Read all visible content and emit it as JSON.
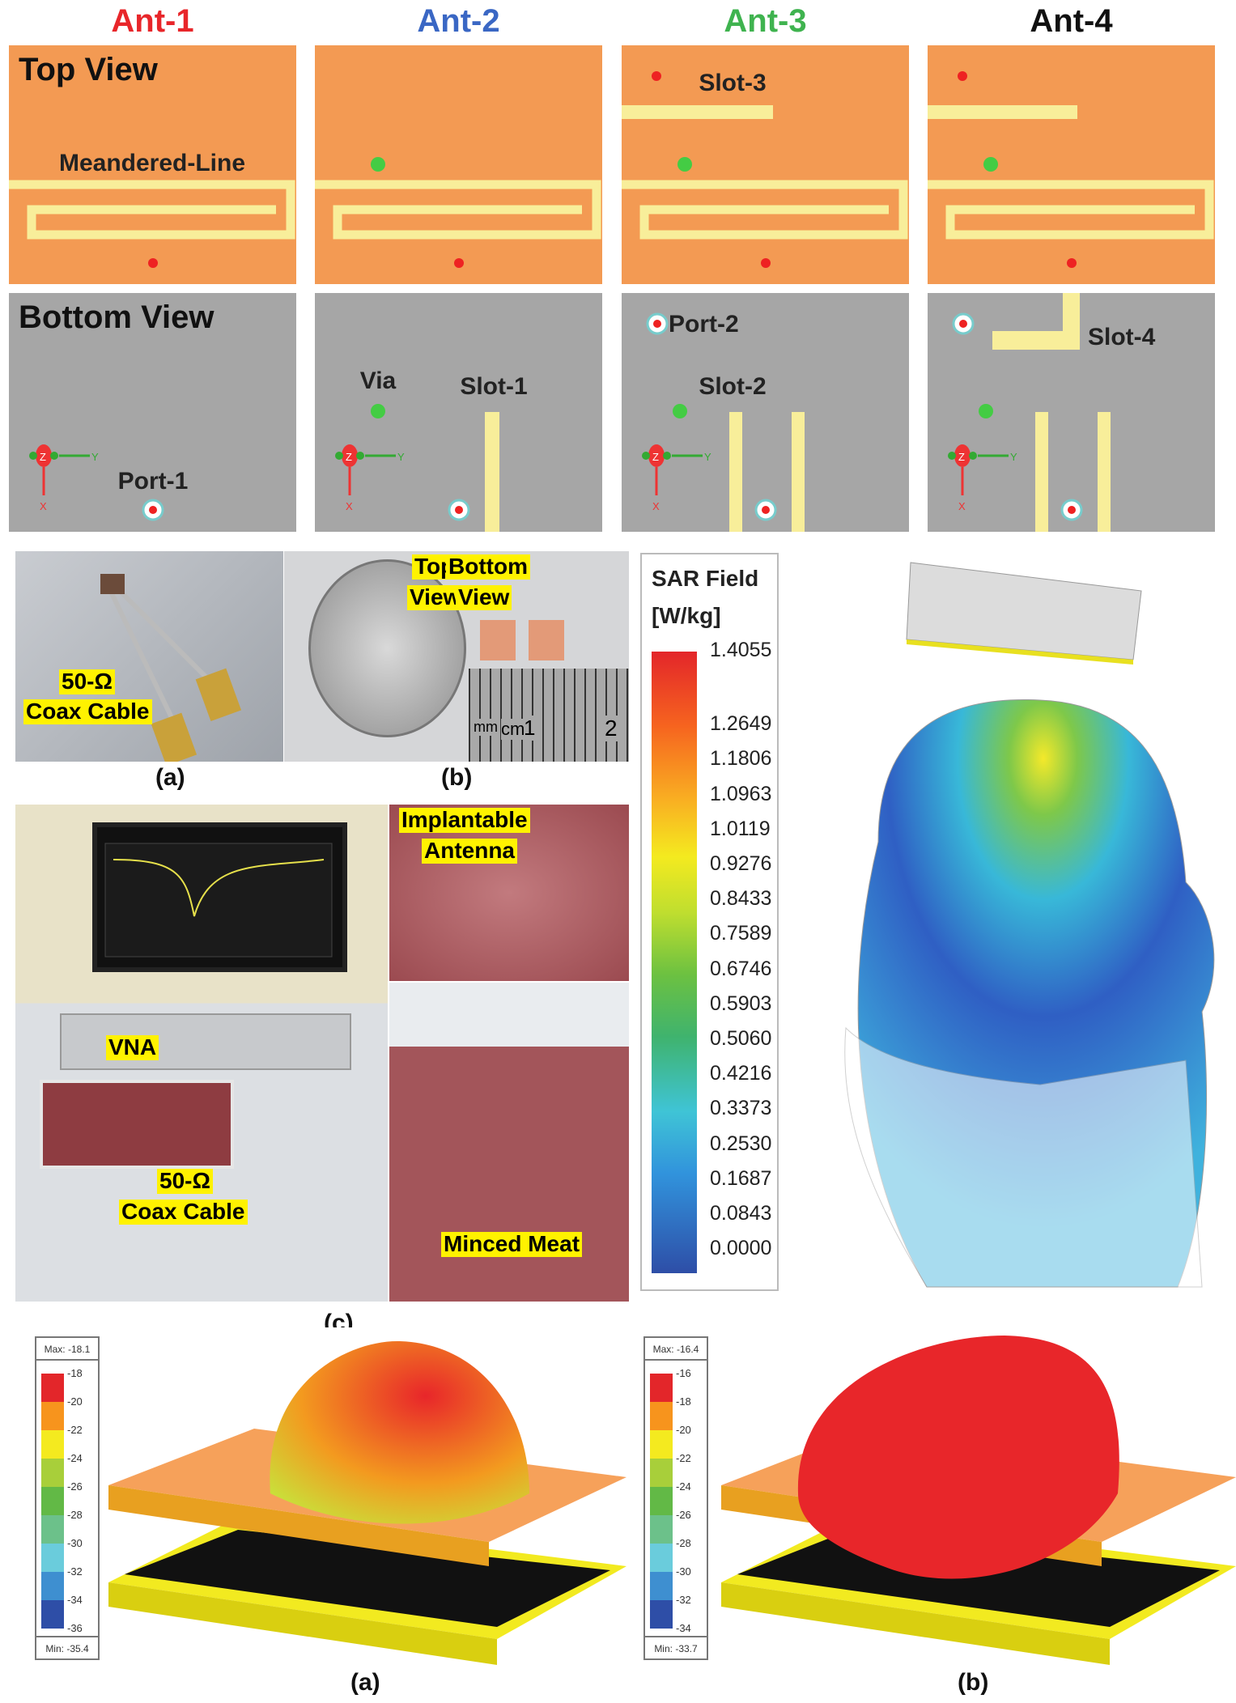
{
  "antennas": [
    {
      "title": "Ant-1",
      "color": "#e8262a",
      "top_label": "Top View",
      "bottom_label": "Bottom View",
      "labels": {
        "meander": "Meandered-Line",
        "port1": "Port-1"
      }
    },
    {
      "title": "Ant-2",
      "color": "#3a67c4",
      "labels": {
        "via": "Via",
        "slot1": "Slot-1"
      }
    },
    {
      "title": "Ant-3",
      "color": "#3fb34f",
      "labels": {
        "slot3": "Slot-3",
        "port2": "Port-2",
        "slot2": "Slot-2"
      }
    },
    {
      "title": "Ant-4",
      "color": "#111111",
      "labels": {
        "slot4": "Slot-4"
      }
    }
  ],
  "axis_triad": {
    "z": "Z",
    "y": "Y",
    "x": "X"
  },
  "photos": {
    "a": {
      "label1": "50-Ω",
      "label2": "Coax Cable",
      "caption": "(a)"
    },
    "b": {
      "top": "Top",
      "top2": "View",
      "bottom": "Bottom",
      "bottom2": "View",
      "ruler_mm": "mm",
      "ruler_cm": "cm",
      "ruler_1": "1",
      "ruler_2": "2",
      "caption": "(b)"
    },
    "c": {
      "vna": "VNA",
      "coax1": "50-Ω",
      "coax2": "Coax Cable",
      "implant1": "Implantable",
      "implant2": "Antenna",
      "meat": "Minced Meat",
      "caption": "(c)"
    }
  },
  "sar_legend": {
    "title1": "SAR Field",
    "title2": "[W/kg]",
    "values": [
      "1.4055",
      "1.2649",
      "1.1806",
      "1.0963",
      "1.0119",
      "0.9276",
      "0.8433",
      "0.7589",
      "0.6746",
      "0.5903",
      "0.5060",
      "0.4216",
      "0.3373",
      "0.2530",
      "0.1687",
      "0.0843",
      "0.0000"
    ]
  },
  "pattern_a": {
    "max": "Max: -18.1",
    "min": "Min: -35.4",
    "ticks": [
      "-18",
      "-20",
      "-22",
      "-24",
      "-26",
      "-28",
      "-30",
      "-32",
      "-34",
      "-36"
    ],
    "caption": "(a)"
  },
  "pattern_b": {
    "max": "Max: -16.4",
    "min": "Min: -33.7",
    "ticks": [
      "-16",
      "-18",
      "-20",
      "-22",
      "-24",
      "-26",
      "-28",
      "-30",
      "-32",
      "-34"
    ],
    "caption": "(b)"
  },
  "colors": {
    "top_layer": "#f39a53",
    "ground": "#a6a6a6",
    "trace": "#f8ee9a",
    "scale": [
      "#e3262a",
      "#f7941d",
      "#f4ea1f",
      "#a8cf3a",
      "#62b946",
      "#6cc18a",
      "#6accdc",
      "#3e8fd0",
      "#2e4ea7"
    ]
  }
}
